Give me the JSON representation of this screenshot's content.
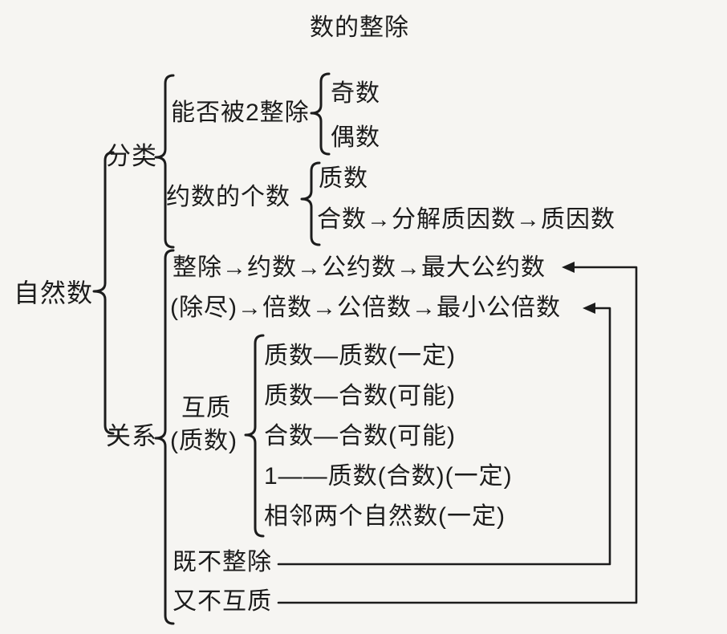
{
  "title": "数的整除",
  "root_label": "自然数",
  "classification": {
    "label": "分类",
    "parity": {
      "label": "能否被2整除",
      "odd": "奇数",
      "even": "偶数"
    },
    "divisor_count": {
      "label": "约数的个数",
      "prime": "质数",
      "composite_chain": "合数→分解质因数→质因数"
    }
  },
  "relations": {
    "label": "关系",
    "gcd_chain": "整除→约数→公约数→最大公约数",
    "lcm_chain": "(除尽)→倍数→公倍数→最小公倍数",
    "coprime": {
      "label": "互质",
      "sublabel": "(质数)",
      "cases": [
        "质数—质数(一定)",
        "质数—合数(可能)",
        "合数—合数(可能)",
        "1——质数(合数)(一定)",
        "相邻两个自然数(一定)"
      ]
    },
    "neither_divisible": "既不整除",
    "nor_coprime": "又不互质"
  },
  "colors": {
    "ink": "#1c1c1c",
    "background": "#f6f5f2"
  }
}
